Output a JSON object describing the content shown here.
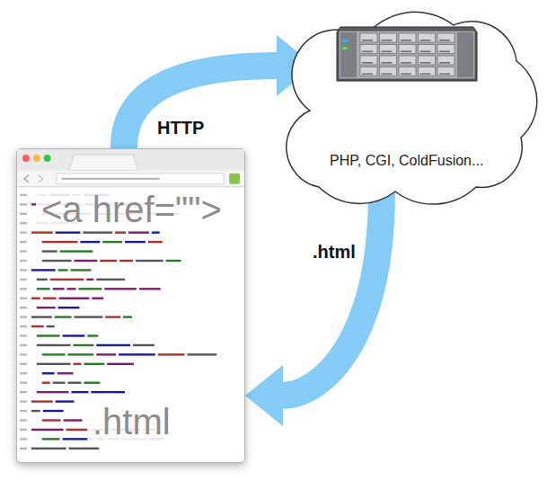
{
  "diagram": {
    "nodes": [
      {
        "text": [
          "PHP, CGI, ColdFusion..."
        ]
      },
      {
        "text": [
          "<a href=\"\">",
          ".html"
        ]
      }
    ],
    "edges": [
      {
        "from": 1,
        "to": 0,
        "arrow": "to",
        "label": "HTTP"
      },
      {
        "from": 0,
        "to": 1,
        "arrow": "to",
        "label": ".html"
      }
    ]
  }
}
